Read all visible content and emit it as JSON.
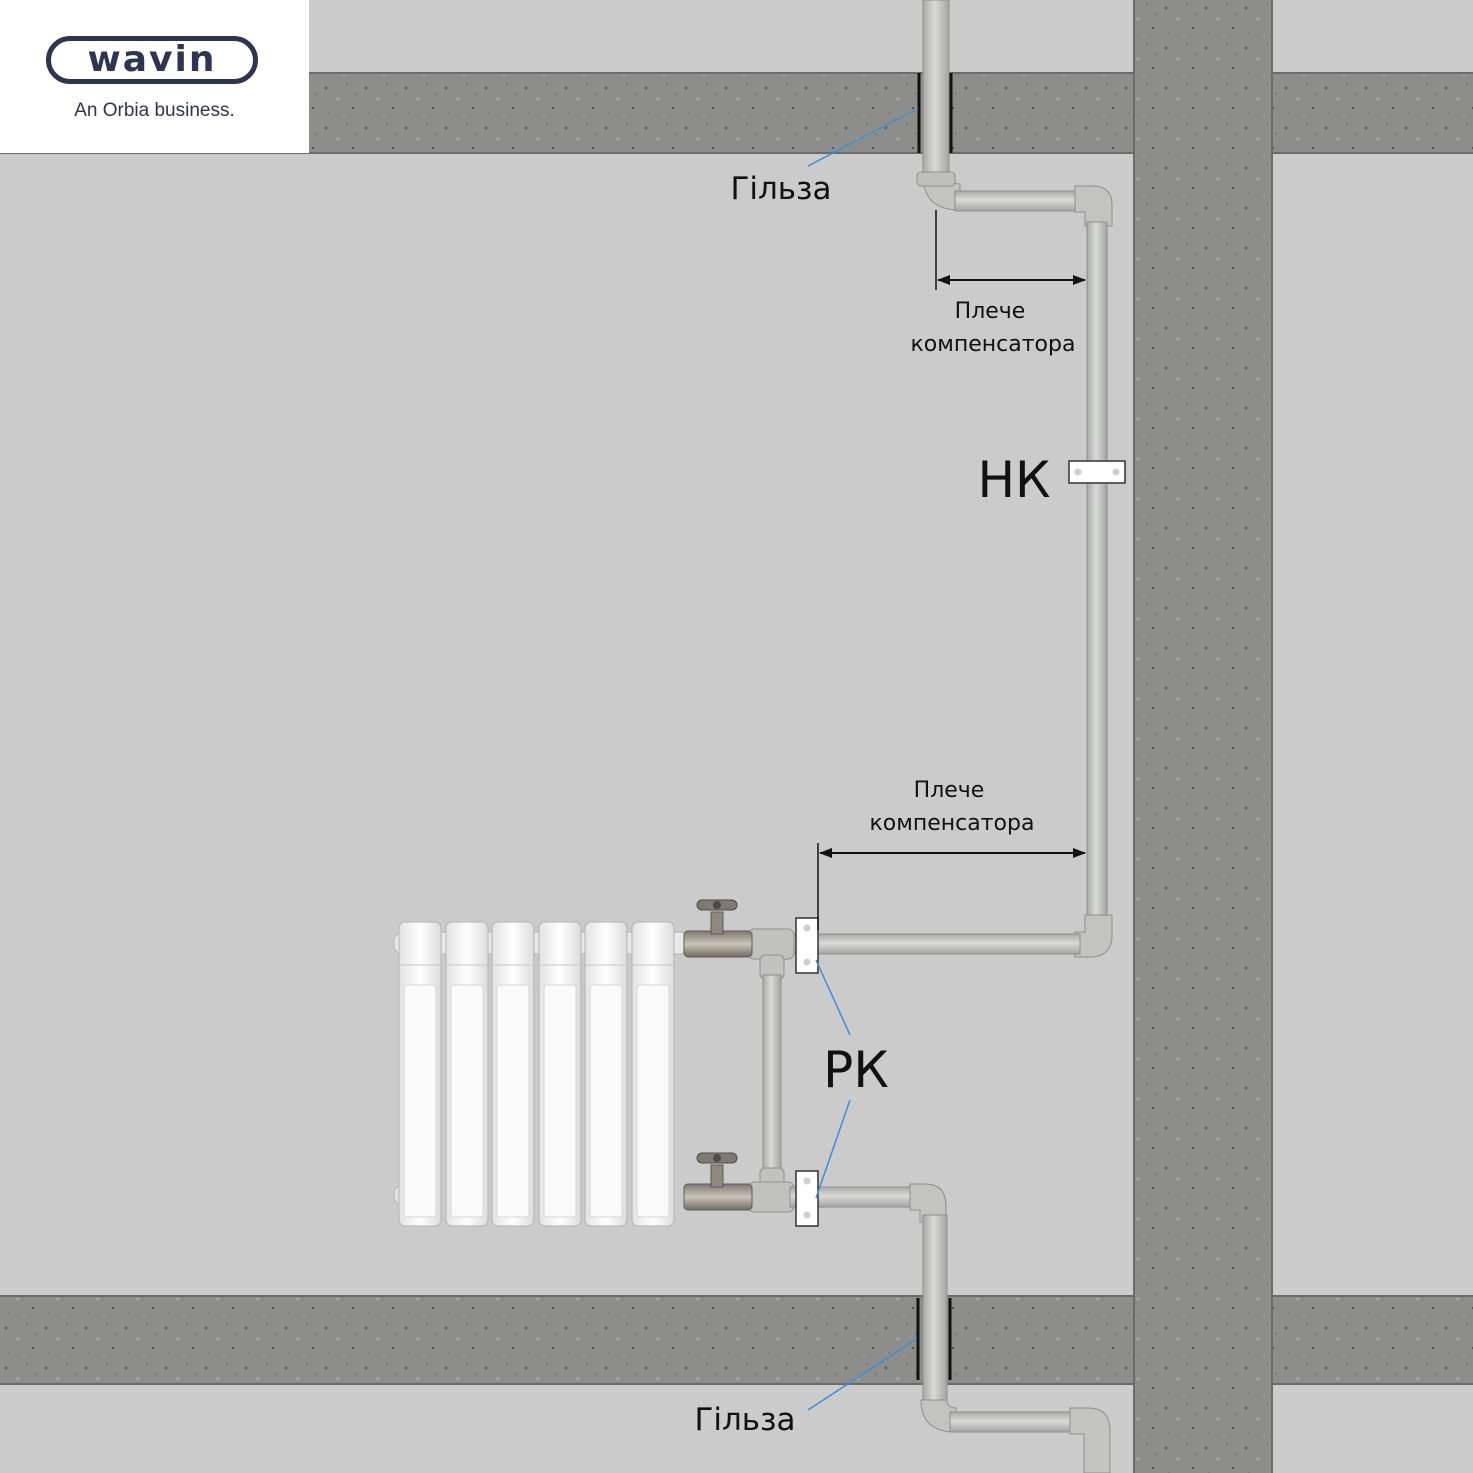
{
  "brand": {
    "logo_text": "wavin",
    "tagline": "An Orbia business."
  },
  "labels": {
    "sleeve_top": "Гільза",
    "sleeve_bottom": "Гільза",
    "arm_top_line1": "Плече",
    "arm_top_line2": "компенсатора",
    "arm_bottom_line1": "Плече",
    "arm_bottom_line2": "компенсатора",
    "fixed_support": "НК",
    "movable_support": "РК"
  },
  "colors": {
    "wall": "#cbcbcb",
    "concrete": "#8c8c8a",
    "pipe": "#c8c9c7",
    "radiator": "#f4f4f4",
    "leader": "#3d8fd6",
    "brand": "#2e3550"
  },
  "radiator": {
    "sections": 6
  }
}
